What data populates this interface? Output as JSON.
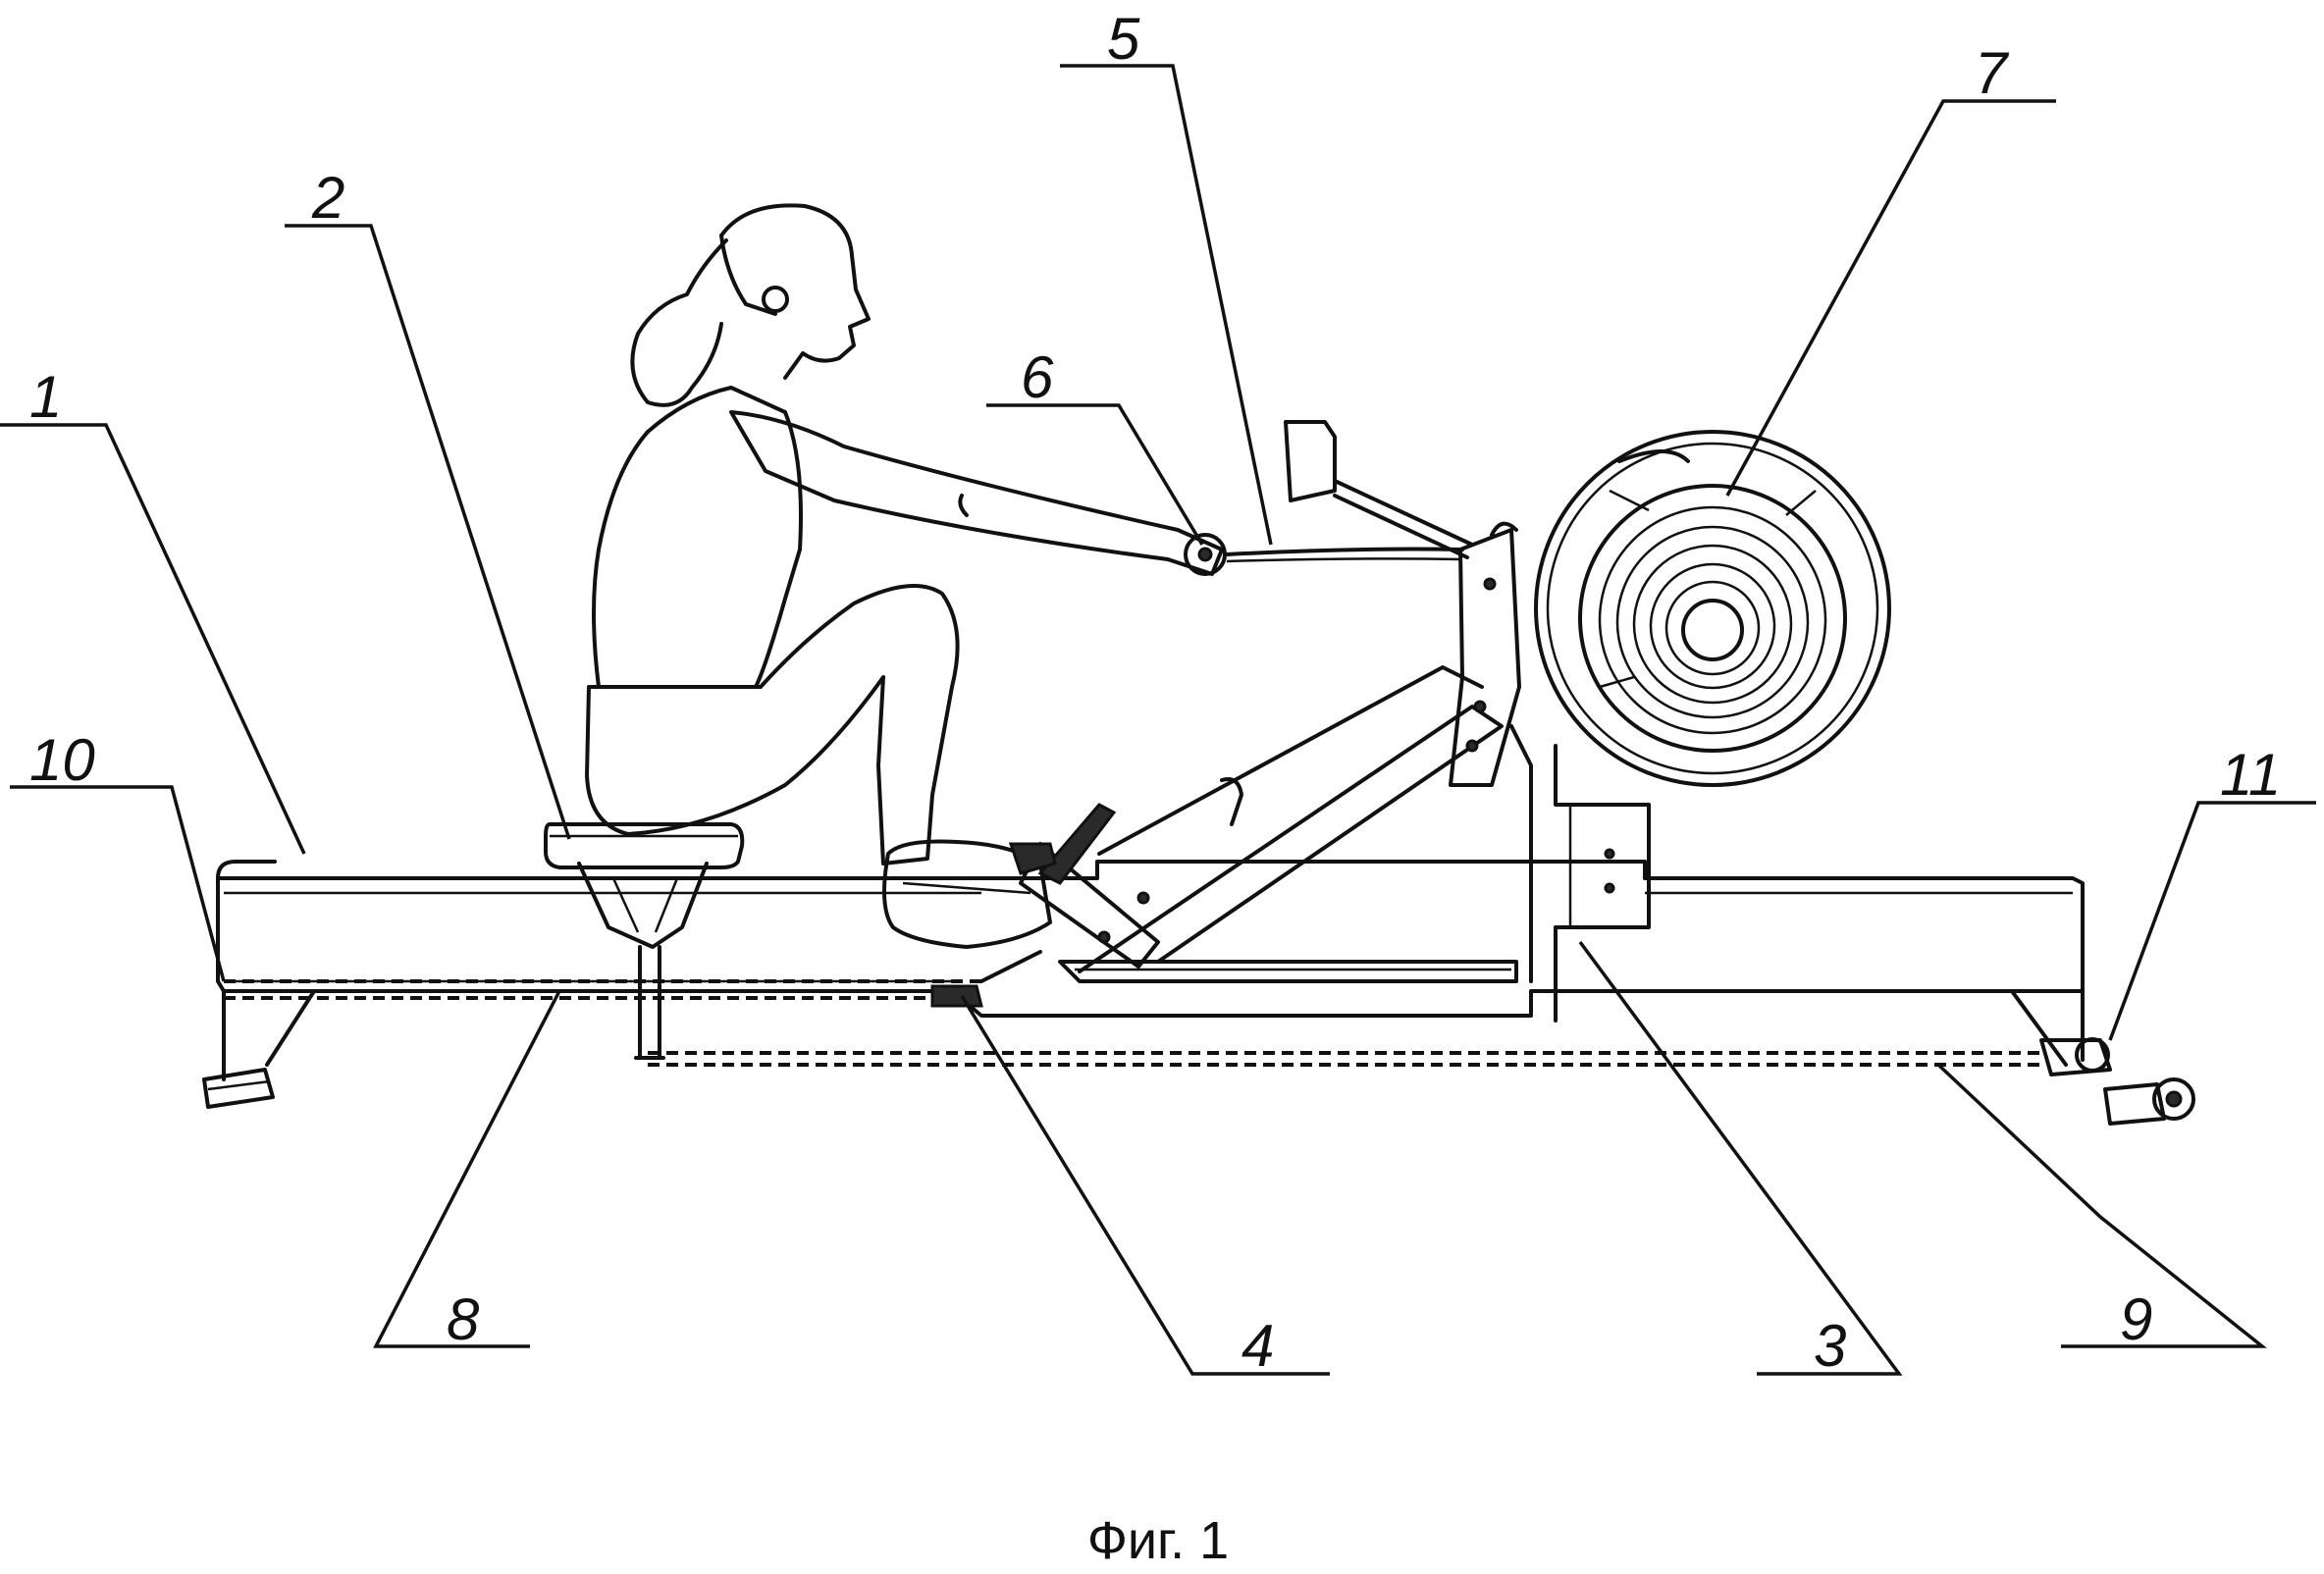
{
  "figure": {
    "caption": "Фиг. 1",
    "labels": {
      "l1": "1",
      "l2": "2",
      "l3": "3",
      "l4": "4",
      "l5": "5",
      "l6": "6",
      "l7": "7",
      "l8": "8",
      "l9": "9",
      "l10": "10",
      "l11": "11"
    }
  }
}
